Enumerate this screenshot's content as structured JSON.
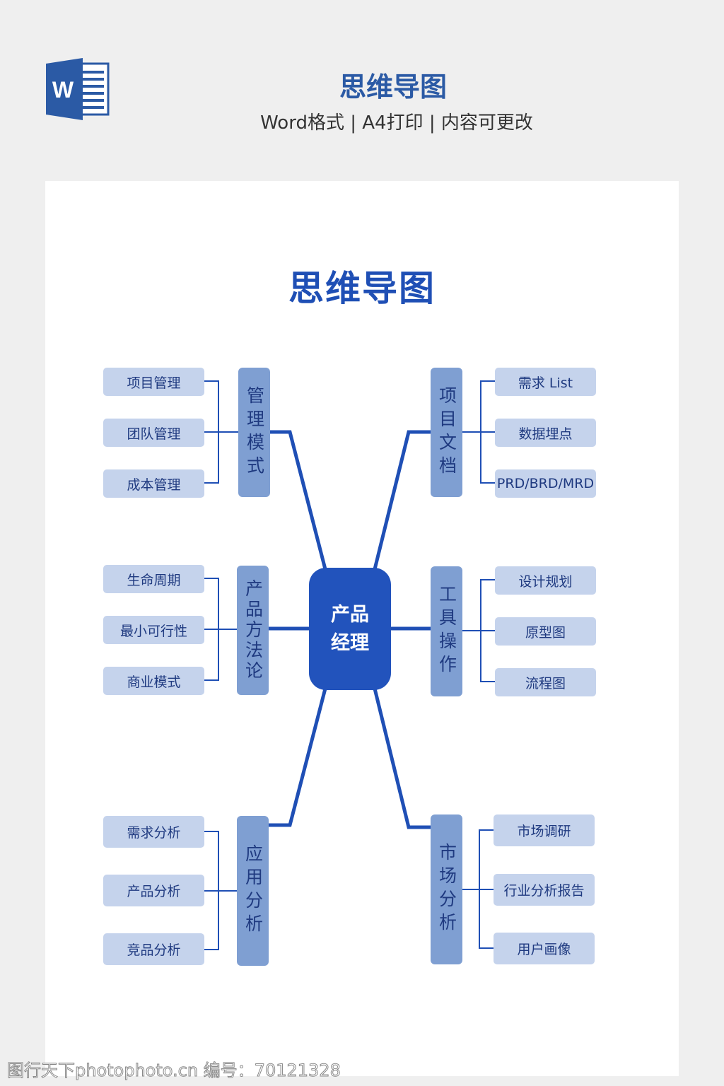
{
  "header": {
    "title": "思维导图",
    "subtitle": "Word格式 | A4打印 | 内容可更改",
    "logo_letter": "W"
  },
  "document": {
    "title": "思维导图",
    "center": {
      "line1": "产品",
      "line2": "经理"
    },
    "branches": [
      {
        "label": "管理模式",
        "items": [
          "项目管理",
          "团队管理",
          "成本管理"
        ]
      },
      {
        "label": "项目文档",
        "items": [
          "需求 List",
          "数据埋点",
          "PRD/BRD/MRD"
        ]
      },
      {
        "label": "产品方法论",
        "items": [
          "生命周期",
          "最小可行性",
          "商业模式"
        ]
      },
      {
        "label": "工具操作",
        "items": [
          "设计规划",
          "原型图",
          "流程图"
        ]
      },
      {
        "label": "应用分析",
        "items": [
          "需求分析",
          "产品分析",
          "竞品分析"
        ]
      },
      {
        "label": "市场分析",
        "items": [
          "市场调研",
          "行业分析报告",
          "用户画像"
        ]
      }
    ]
  },
  "watermark": "图行天下photophoto.cn 编号：70121328",
  "colors": {
    "line": "#1f4fb5",
    "leaf": "#c5d3ec",
    "category": "#7f9fd2",
    "center": "#2253bc"
  }
}
